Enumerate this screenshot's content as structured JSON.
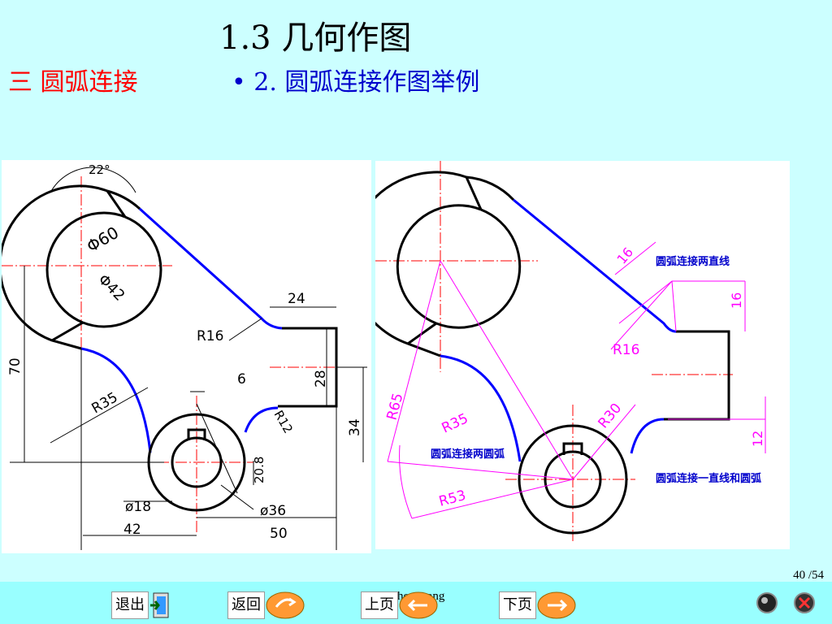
{
  "title": "1.3  几何作图",
  "section": "三  圆弧连接",
  "bullet": "• 2.  圆弧连接作图举例",
  "left_drawing": {
    "dims": {
      "angle": "22°",
      "d60": "Φ60",
      "d42": "Φ42",
      "w24": "24",
      "r16": "R16",
      "h70": "70",
      "h28": "28",
      "w6": "6",
      "r35": "R35",
      "r12": "R12",
      "h34": "34",
      "h20_8": "20.8",
      "d18": "ø18",
      "d36": "ø36",
      "w42": "42",
      "w50": "50"
    }
  },
  "right_drawing": {
    "dims": {
      "d16a": "16",
      "d16b": "16",
      "r16": "R16",
      "r65": "R65",
      "r35": "R35",
      "r30": "R30",
      "r53": "R53",
      "d12": "12"
    },
    "notes": {
      "two_lines": "圆弧连接两直线",
      "two_arcs": "圆弧连接两圆弧",
      "line_arc": "圆弧连接一直线和圆弧"
    }
  },
  "page": {
    "current": "40",
    "total": "/54"
  },
  "author": "Wang chenggang",
  "nav": {
    "exit": "退出",
    "back": "返回",
    "prev": "上页",
    "next": "下页"
  },
  "colors": {
    "background": "#ccffff",
    "bar": "#99ffff",
    "title_red": "#ff0000",
    "title_blue": "#0000cc",
    "arc_blue": "#0000ff",
    "dim_magenta": "#ff00ff"
  }
}
